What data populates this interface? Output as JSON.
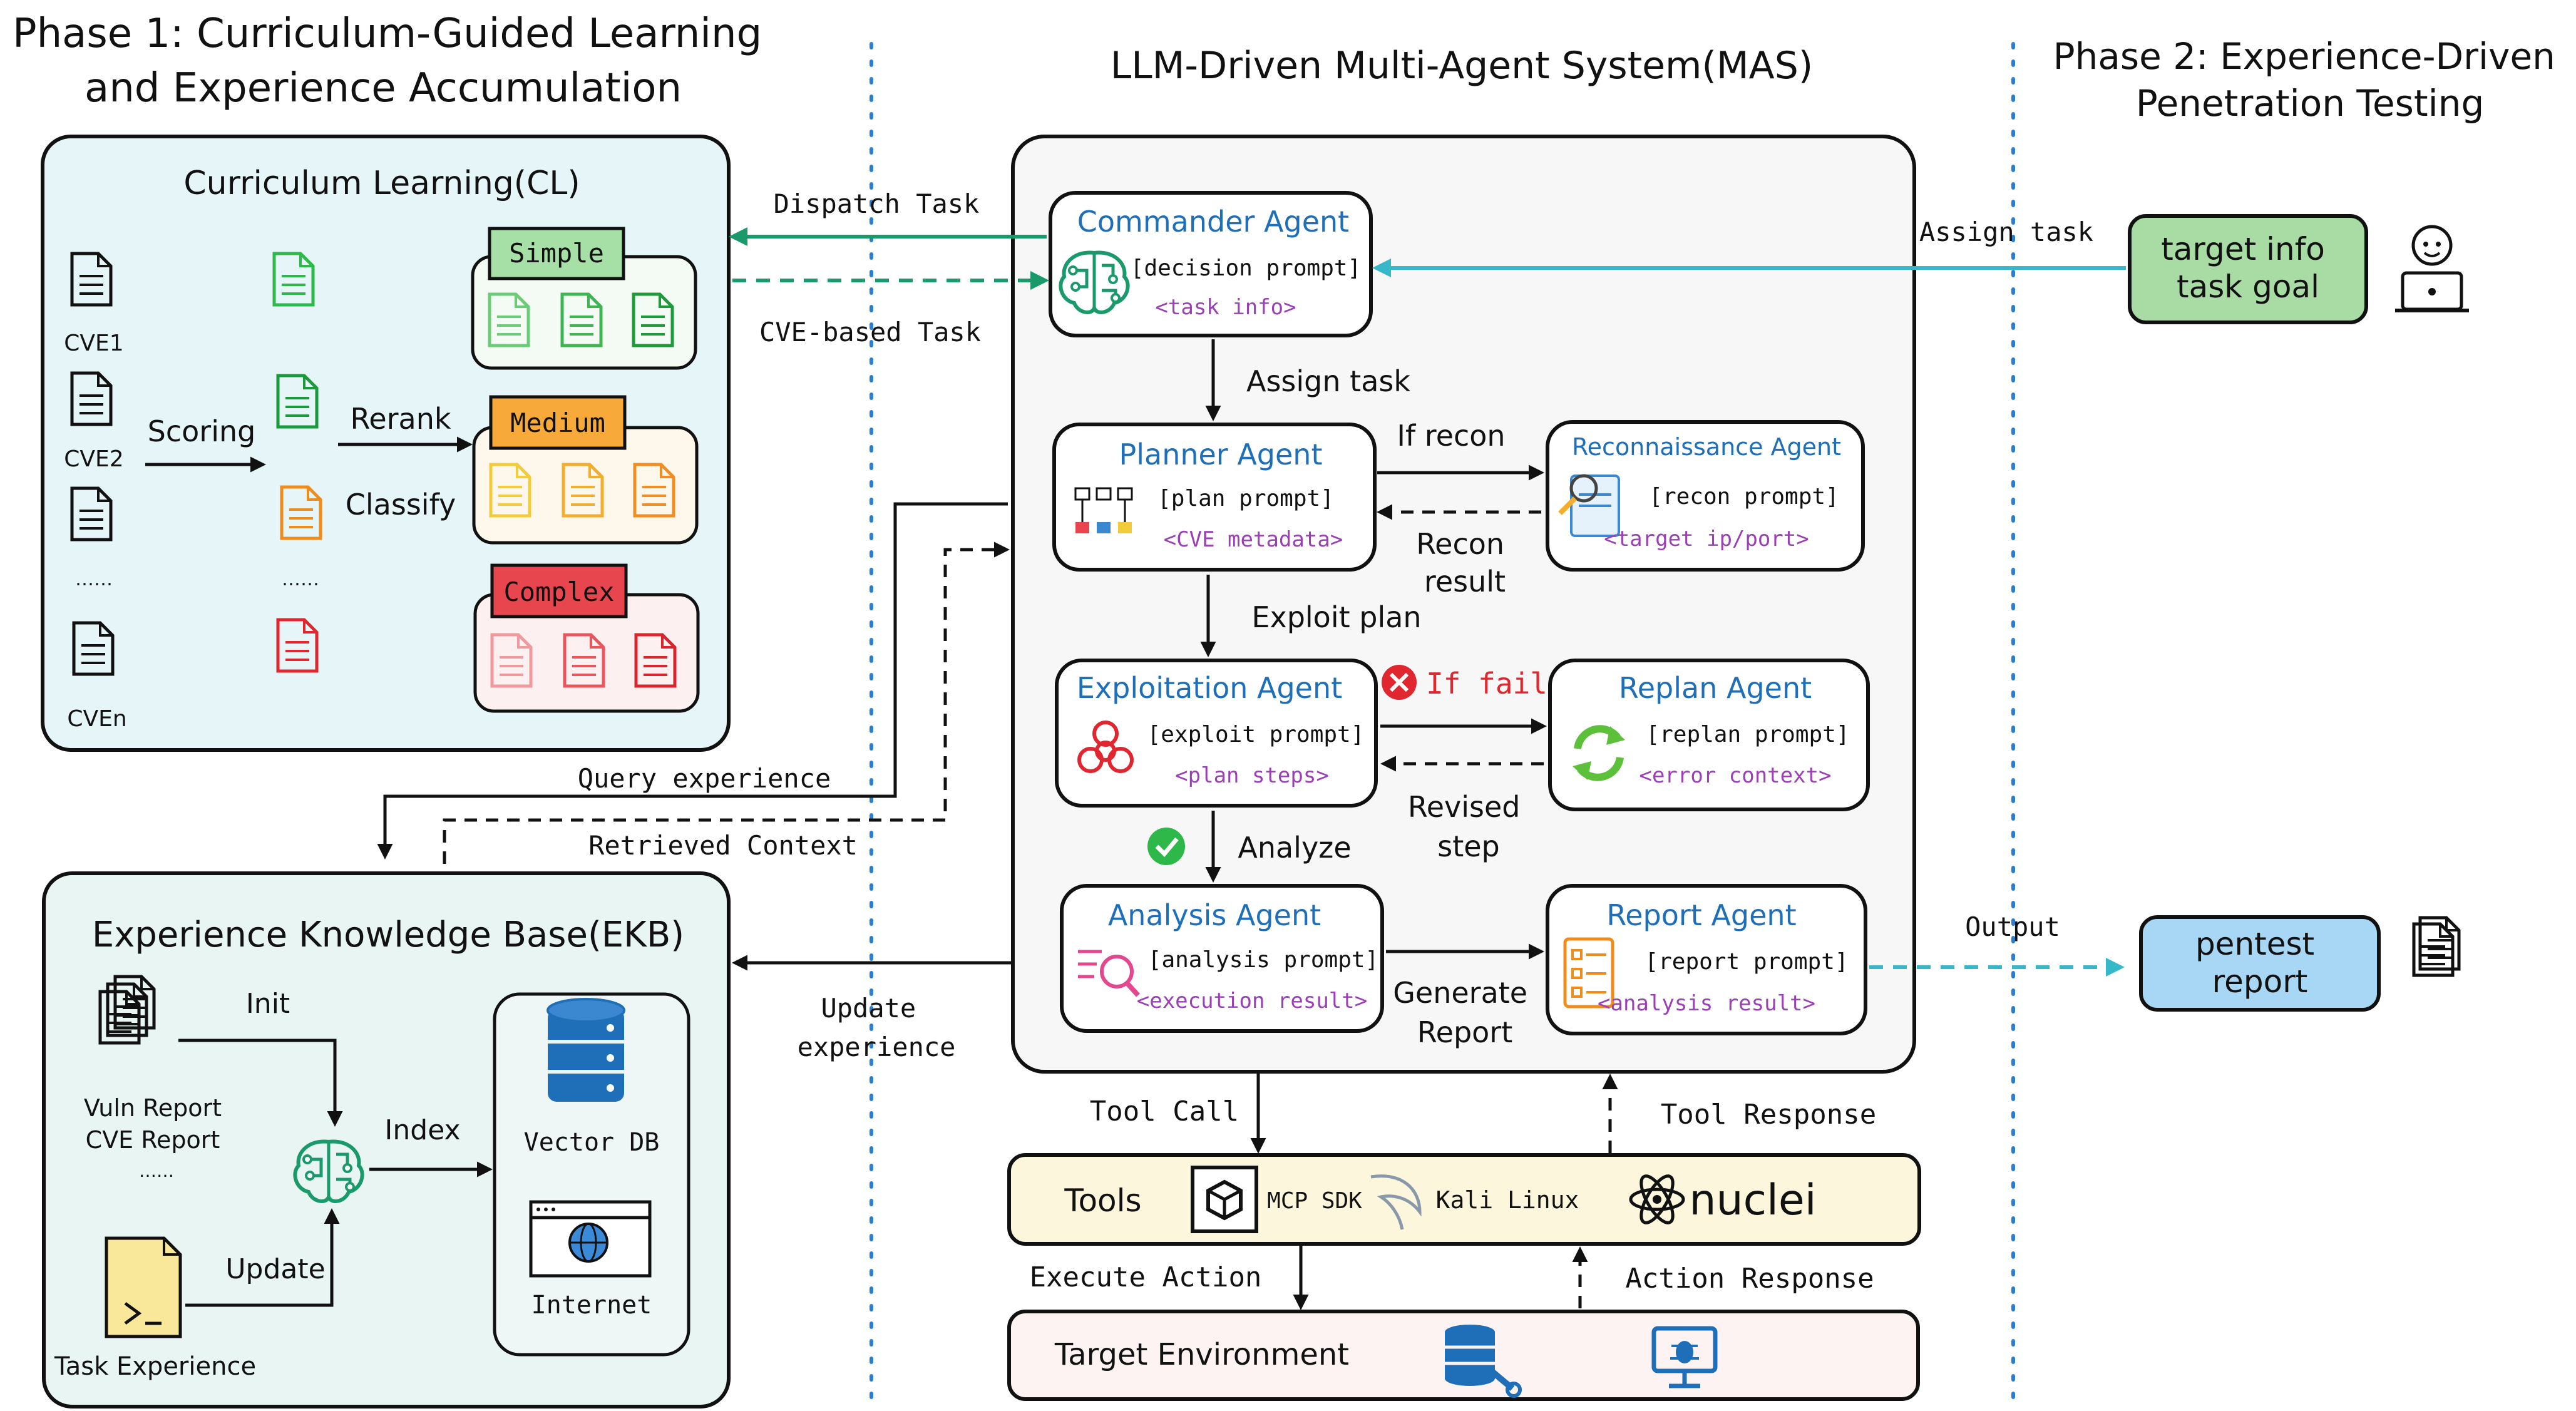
{
  "phase1": {
    "title_line1": "Phase 1: Curriculum-Guided Learning",
    "title_line2": "and Experience Accumulation"
  },
  "mas_title": "LLM-Driven Multi-Agent System(MAS)",
  "phase2": {
    "title_line1": "Phase 2: Experience-Driven",
    "title_line2": "Penetration Testing"
  },
  "cl": {
    "title": "Curriculum Learning(CL)",
    "cve_labels": [
      "CVE1",
      "CVE2",
      "……",
      "CVEn"
    ],
    "scoring": "Scoring",
    "rerank": "Rerank",
    "classify": "Classify",
    "mid_dots": "……",
    "levels": {
      "simple": "Simple",
      "medium": "Medium",
      "complex": "Complex"
    }
  },
  "ekb": {
    "title": "Experience Knowledge Base(EKB)",
    "init": "Init",
    "report_line1": "Vuln Report",
    "report_line2": "CVE Report",
    "report_dots": "……",
    "index": "Index",
    "update": "Update",
    "task_experience": "Task Experience",
    "vector_db": "Vector DB",
    "internet": "Internet"
  },
  "links": {
    "dispatch_task": "Dispatch Task",
    "cve_based_task": "CVE-based Task",
    "query_experience": "Query experience",
    "retrieved_context": "Retrieved Context",
    "update_line1": "Update",
    "update_line2": "experience",
    "assign_task_right": "Assign task",
    "assign_task_down": "Assign task",
    "if_recon": "If recon",
    "recon_line1": "Recon",
    "recon_line2": "result",
    "exploit_plan": "Exploit plan",
    "if_fail": "If fail",
    "revised_line1": "Revised",
    "revised_line2": "step",
    "analyze": "Analyze",
    "generate_line1": "Generate",
    "generate_line2": "Report",
    "output": "Output",
    "tool_call": "Tool Call",
    "tool_response": "Tool Response",
    "execute_action": "Execute Action",
    "action_response": "Action Response"
  },
  "agents": {
    "commander": {
      "name": "Commander Agent",
      "prompt": "[decision prompt]",
      "input": "<task info>"
    },
    "planner": {
      "name": "Planner Agent",
      "prompt": "[plan prompt]",
      "input": "<CVE metadata>"
    },
    "recon": {
      "name": "Reconnaissance Agent",
      "prompt": "[recon prompt]",
      "input": "<target ip/port>"
    },
    "exploit": {
      "name": "Exploitation Agent",
      "prompt": "[exploit prompt]",
      "input": "<plan steps>"
    },
    "replan": {
      "name": "Replan Agent",
      "prompt": "[replan prompt]",
      "input": "<error context>"
    },
    "analysis": {
      "name": "Analysis Agent",
      "prompt": "[analysis prompt]",
      "input": "<execution result>"
    },
    "report": {
      "name": "Report Agent",
      "prompt": "[report prompt]",
      "input": "<analysis result>"
    }
  },
  "tools": {
    "label": "Tools",
    "mcp": "MCP SDK",
    "kali": "Kali Linux",
    "nuclei": "nuclei"
  },
  "target_env": "Target Environment",
  "target_box": {
    "line1": "target info",
    "line2": "task goal"
  },
  "pentest_box": {
    "line1": "pentest",
    "line2": "report"
  },
  "colors": {
    "agent_name": "#1f6fb8",
    "agent_input": "#9b3fb5",
    "teal": "#1a9a6a",
    "cyan": "#36b8c9",
    "simple": "#a6e0a6",
    "medium": "#f7a93a",
    "complex": "#e8464e",
    "fail": "#e0262e"
  }
}
